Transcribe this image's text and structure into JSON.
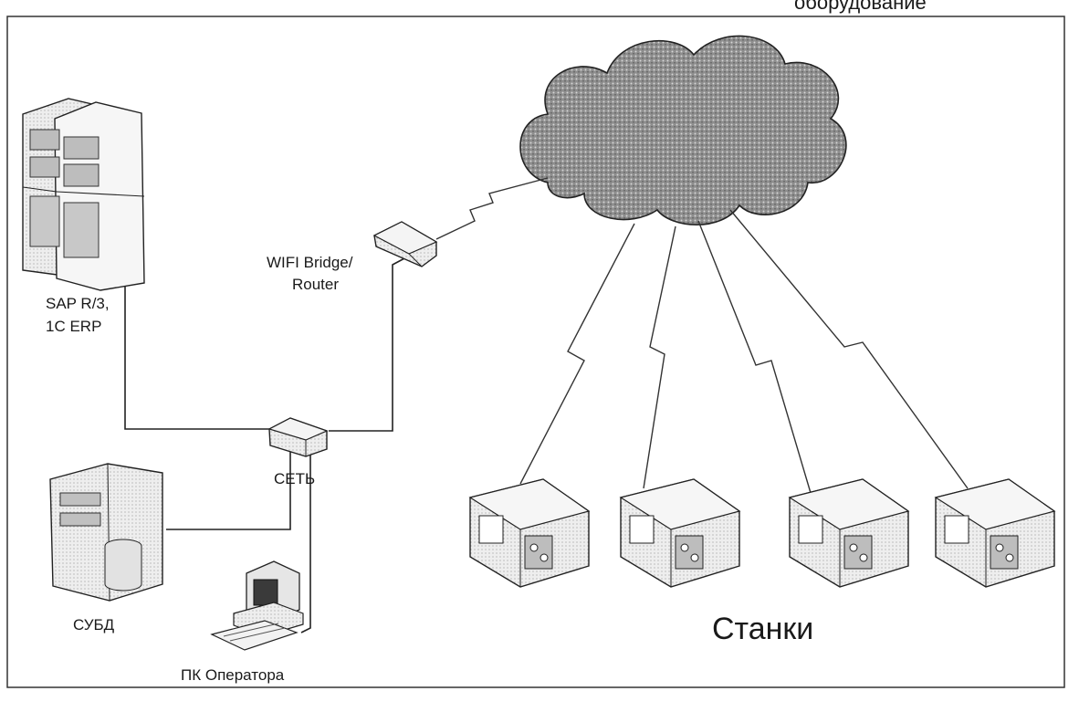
{
  "header": {
    "cropped_caption": "оборудование"
  },
  "nodes": {
    "servers_label_line1": "SAP R/3,",
    "servers_label_line2": "1C ERP",
    "router_label_line1": "WIFI Bridge/",
    "router_label_line2": "Router",
    "switch_label": "СЕТЬ",
    "dbms_label": "СУБД",
    "operator_pc_label": "ПК Оператора",
    "machines_label": "Станки"
  },
  "colors": {
    "ink": "#1a1a1a",
    "paper": "#ffffff",
    "device_fill": "#ececec",
    "cloud_fill": "#9a9a9a"
  },
  "icons": [
    "server-rack-icon",
    "database-server-icon",
    "wifi-router-icon",
    "network-switch-icon",
    "operator-pc-icon",
    "cloud-icon",
    "cnc-machine-icon",
    "wireless-link-icon"
  ]
}
